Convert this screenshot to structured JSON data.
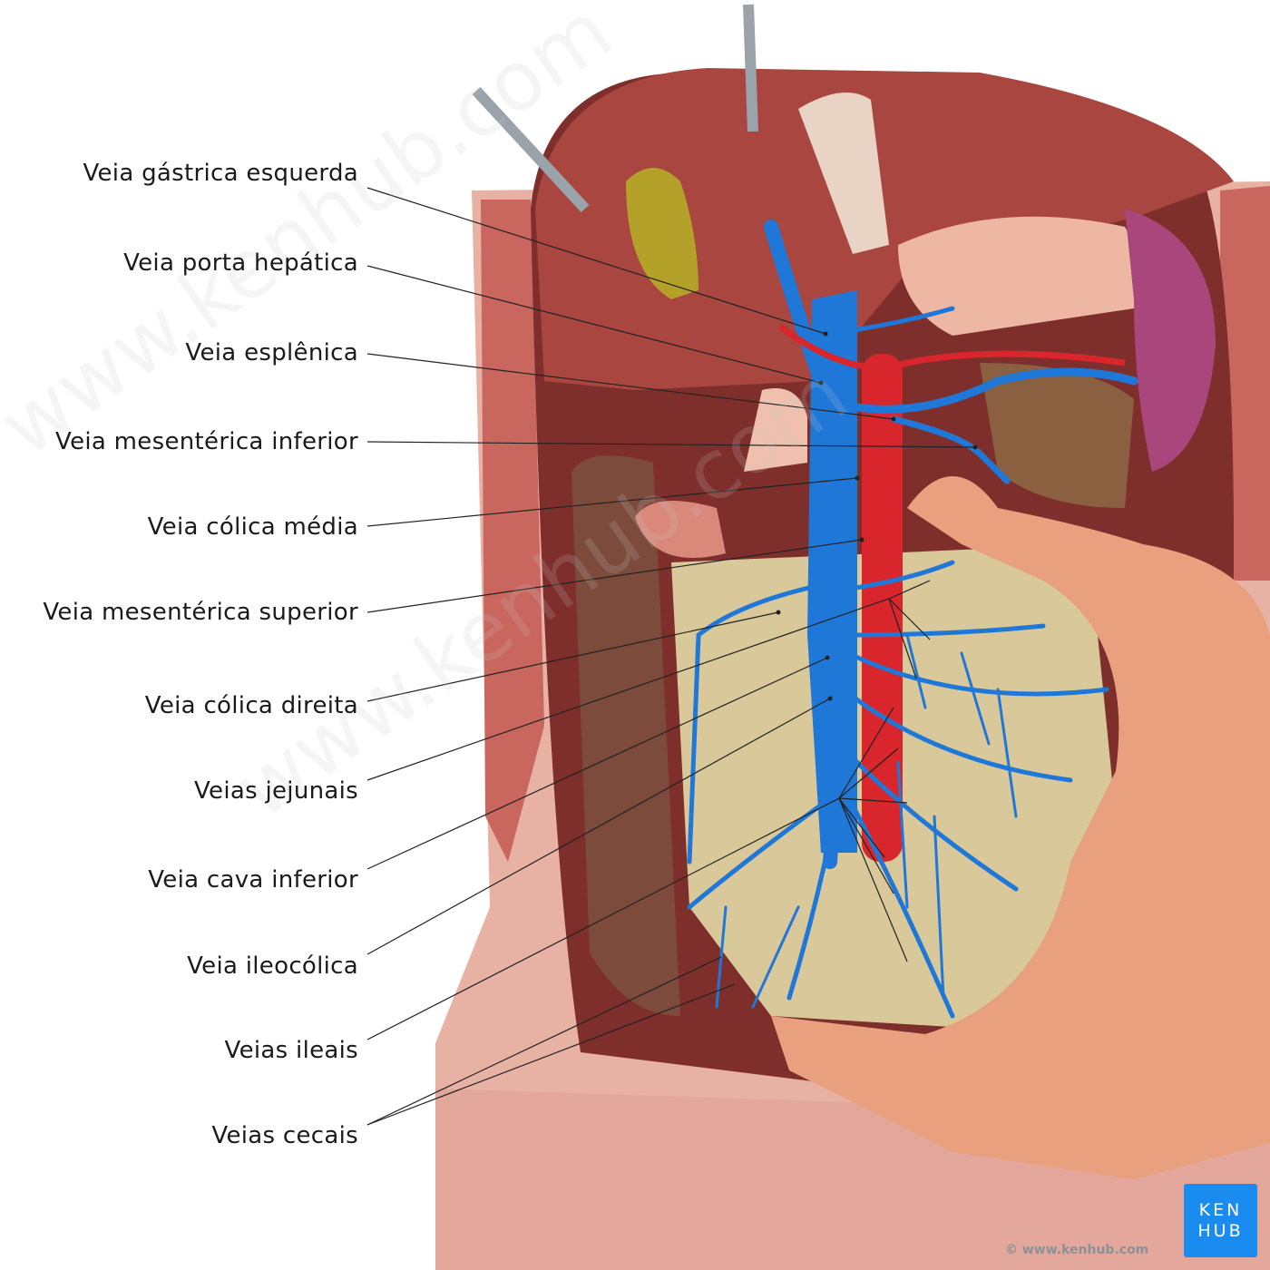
{
  "labels": [
    {
      "id": "left-gastric-vein",
      "text": "Veia gástrica esquerda"
    },
    {
      "id": "hepatic-portal-vein",
      "text": "Veia porta hepática"
    },
    {
      "id": "splenic-vein",
      "text": "Veia esplênica"
    },
    {
      "id": "inferior-mesenteric-vein",
      "text": "Veia mesentérica inferior"
    },
    {
      "id": "middle-colic-vein",
      "text": "Veia cólica média"
    },
    {
      "id": "superior-mesenteric-vein",
      "text": "Veia mesentérica superior"
    },
    {
      "id": "right-colic-vein",
      "text": "Veia cólica direita"
    },
    {
      "id": "jejunal-veins",
      "text": "Veias jejunais"
    },
    {
      "id": "inferior-vena-cava",
      "text": "Veia cava inferior"
    },
    {
      "id": "ileocolic-vein",
      "text": "Veia ileocólica"
    },
    {
      "id": "ileal-veins",
      "text": "Veias ileais"
    },
    {
      "id": "cecal-veins",
      "text": "Veias cecais"
    }
  ],
  "logo": {
    "line1": "KEN",
    "line2": "HUB"
  },
  "copyright": "© www.kenhub.com",
  "watermark": "www.kenhub.com",
  "colors": {
    "vein": "#1f78d8",
    "artery": "#d8262c",
    "liver": "#a8463f",
    "intestine": "#e8a07e",
    "mesentery": "#d9c89a",
    "skin": "#e9b2a6",
    "logo": "#1a8cf0"
  }
}
